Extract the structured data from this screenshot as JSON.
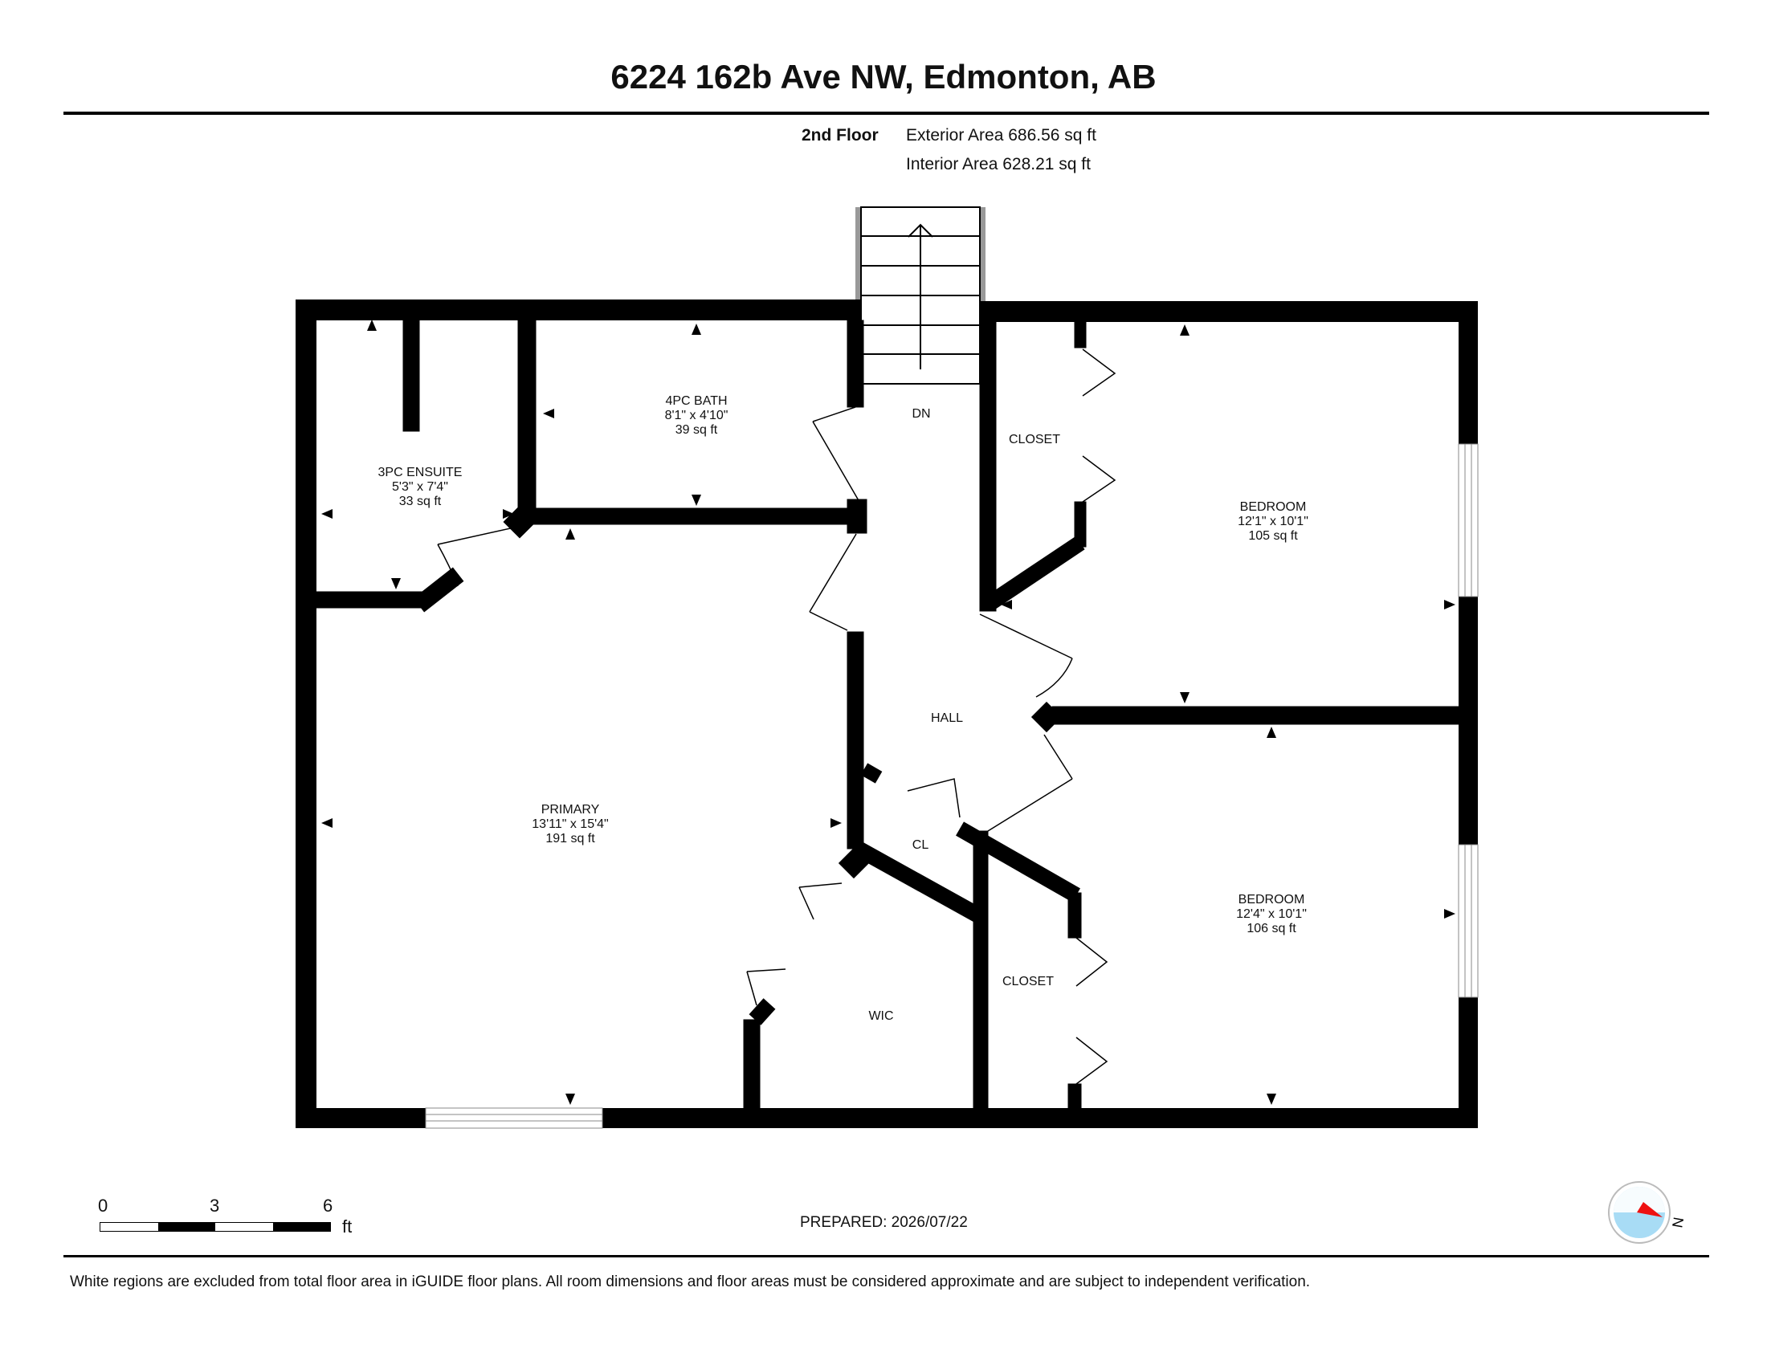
{
  "title": "6224 162b Ave NW, Edmonton, AB",
  "floor": {
    "name": "2nd Floor",
    "exterior_area": "Exterior Area 686.56 sq ft",
    "interior_area": "Interior Area 628.21 sq ft"
  },
  "rooms": {
    "ensuite": {
      "name": "3PC ENSUITE",
      "dims": "5'3\" x 7'4\"",
      "area": "33 sq ft"
    },
    "bath": {
      "name": "4PC BATH",
      "dims": "8'1\" x 4'10\"",
      "area": "39 sq ft"
    },
    "primary": {
      "name": "PRIMARY",
      "dims": "13'11\" x 15'4\"",
      "area": "191 sq ft"
    },
    "bedroom1": {
      "name": "BEDROOM",
      "dims": "12'1\" x 10'1\"",
      "area": "105 sq ft"
    },
    "bedroom2": {
      "name": "BEDROOM",
      "dims": "12'4\" x 10'1\"",
      "area": "106 sq ft"
    },
    "closet1": {
      "name": "CLOSET"
    },
    "closet2": {
      "name": "CLOSET"
    },
    "hall": {
      "name": "HALL"
    },
    "cl": {
      "name": "CL"
    },
    "wic": {
      "name": "WIC"
    },
    "stairs": {
      "name": "DN"
    }
  },
  "scale": {
    "ticks": [
      "0",
      "3",
      "6"
    ],
    "unit": "ft"
  },
  "prepared": "PREPARED: 2026/07/22",
  "compass_label": "N",
  "disclaimer": "White regions are excluded from total floor area in iGUIDE floor plans. All room dimensions and floor areas must be considered approximate and are subject to independent verification."
}
